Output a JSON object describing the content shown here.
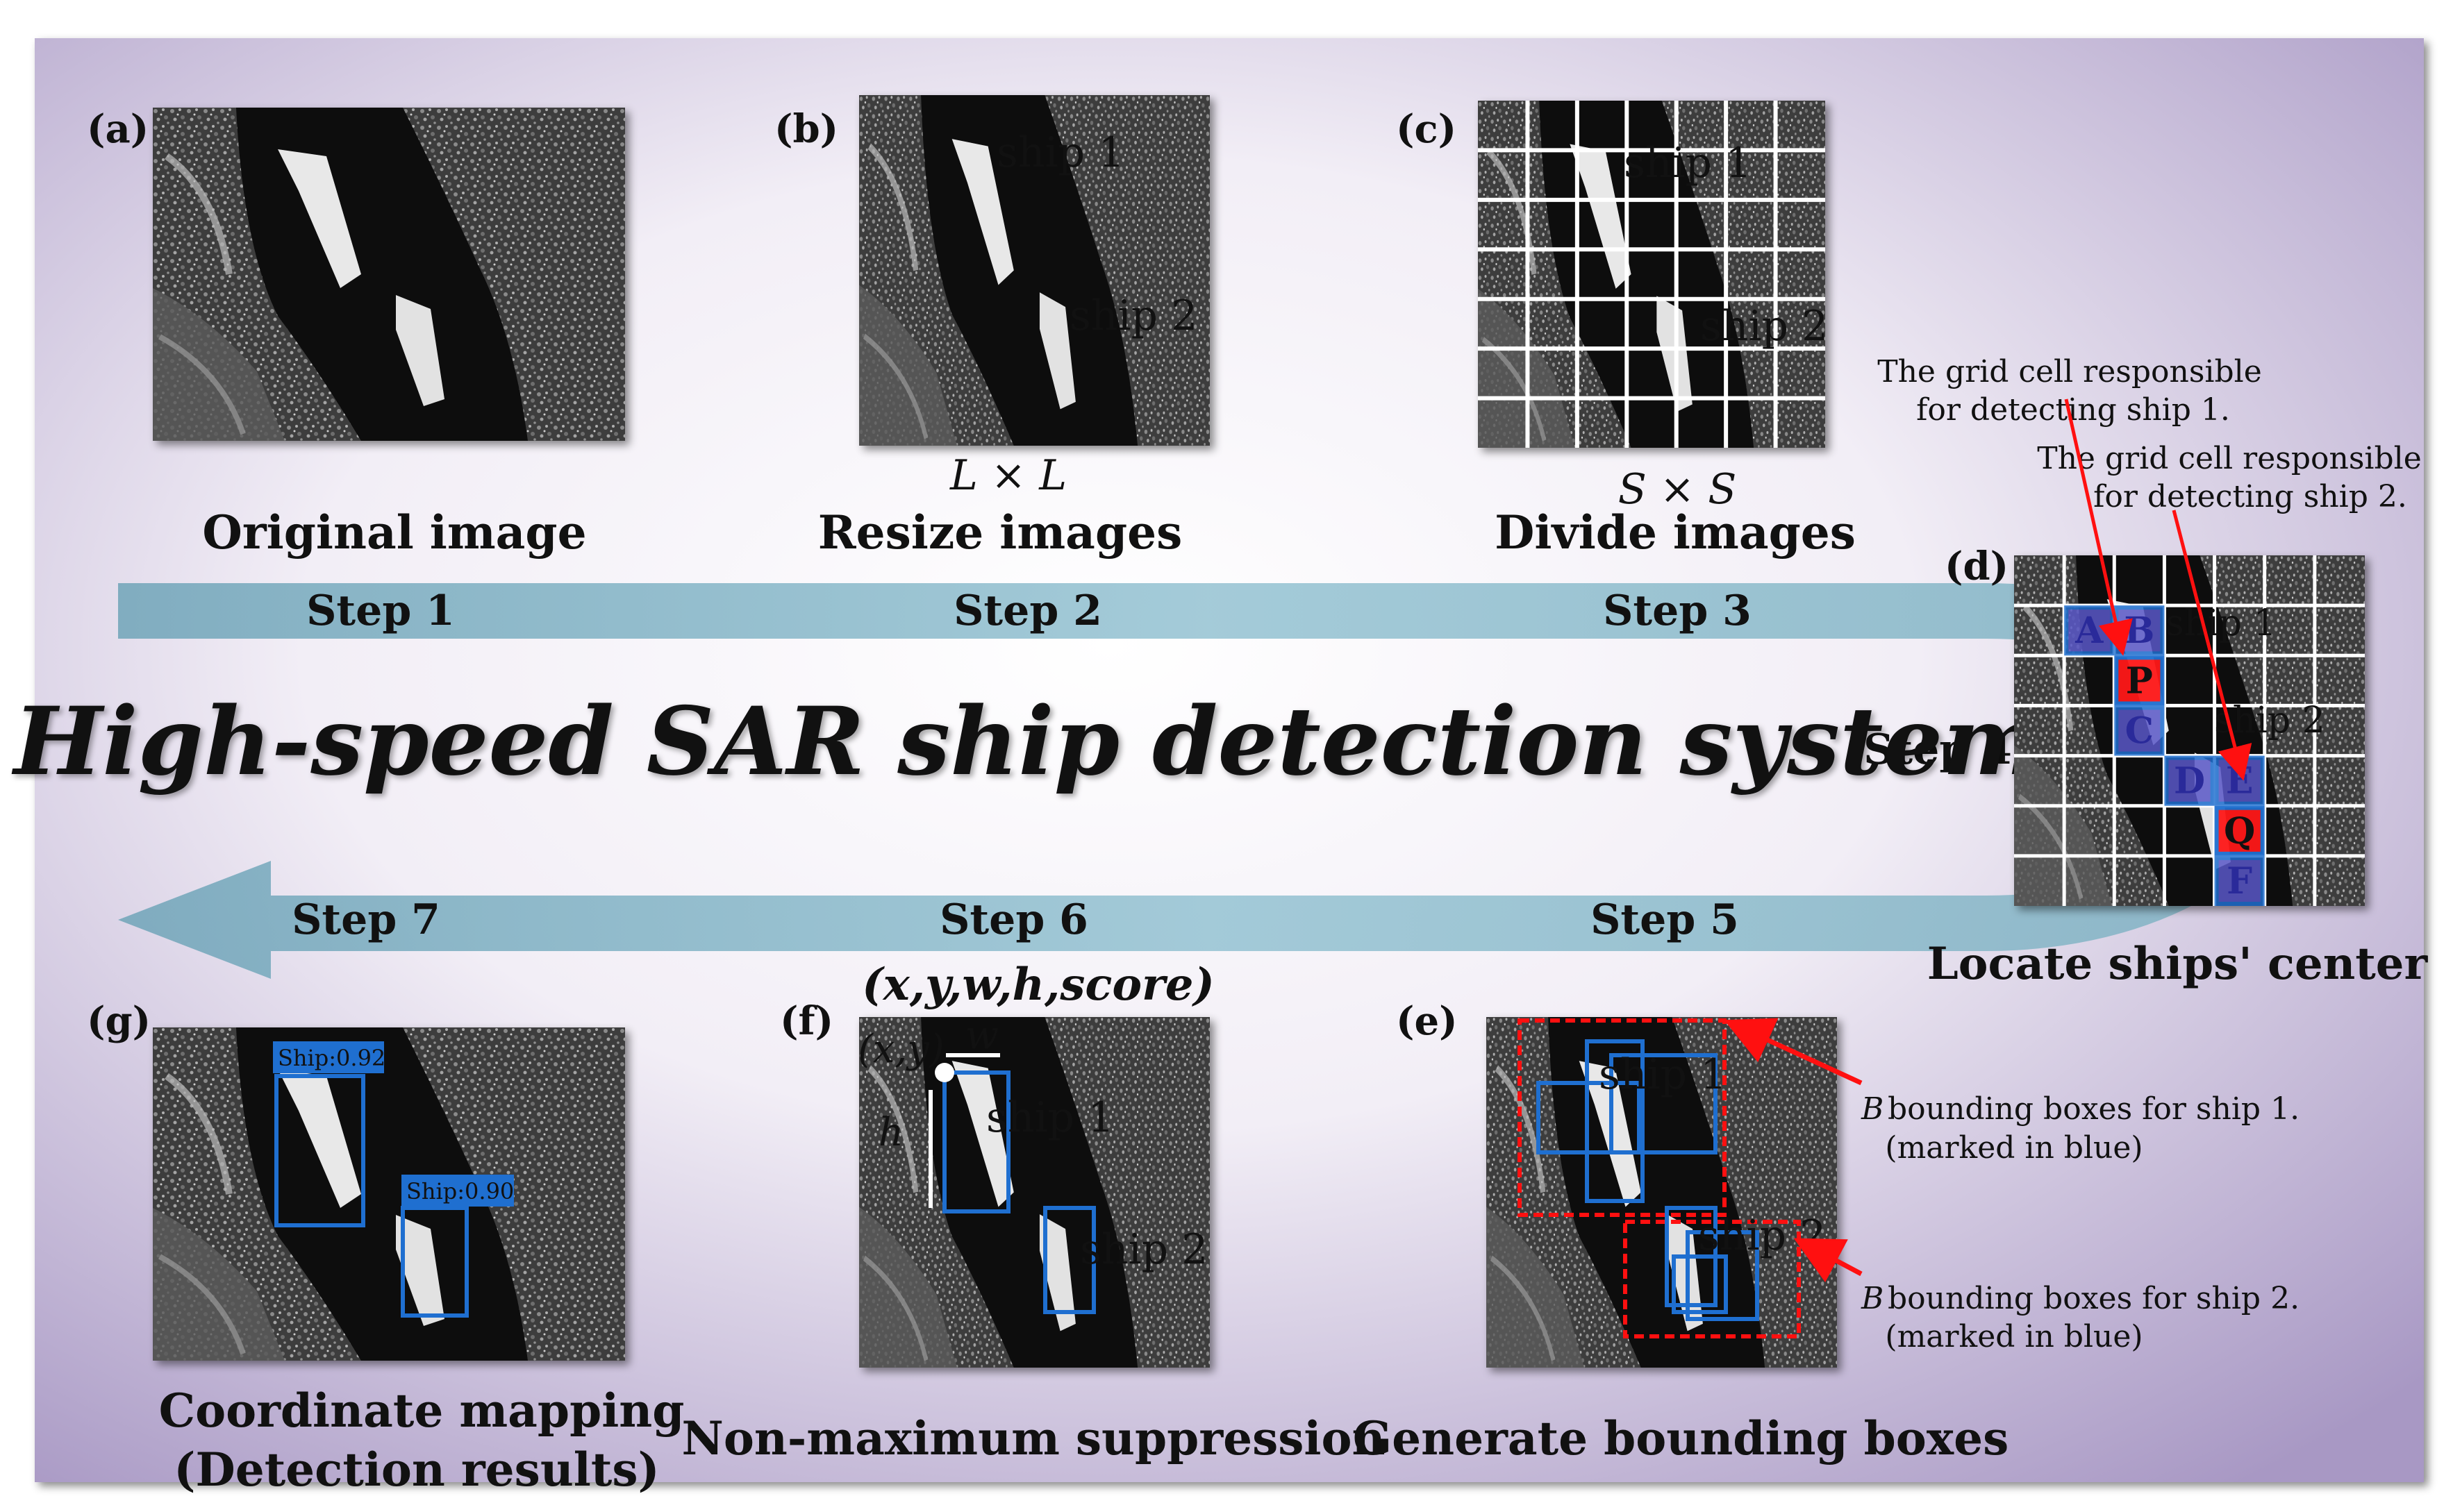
{
  "title": "High-speed SAR ship detection system",
  "steps": [
    "Step 1",
    "Step 2",
    "Step 3",
    "Step 4",
    "Step 5",
    "Step 6",
    "Step 7"
  ],
  "panels": {
    "a": {
      "tag": "(a)",
      "caption": "Original image"
    },
    "b": {
      "tag": "(b)",
      "caption": "Resize images",
      "dim": "L × L",
      "ship1": "ship 1",
      "ship2": "ship 2"
    },
    "c": {
      "tag": "(c)",
      "caption": "Divide images",
      "dim": "S × S",
      "ship1": "ship 1",
      "ship2": "ship 2"
    },
    "d": {
      "tag": "(d)",
      "caption": "Locate ships' center",
      "ship1": "ship 1",
      "ship2": "ship 2",
      "cells": [
        "A",
        "B",
        "P",
        "C",
        "D",
        "E",
        "Q",
        "F"
      ],
      "note1_line1": "The grid cell responsible",
      "note1_line2": "for detecting ship 1.",
      "note2_line1": "The grid cell responsible",
      "note2_line2": "for detecting ship 2."
    },
    "e": {
      "tag": "(e)",
      "caption": "Generate bounding boxes",
      "ship1": "ship 1",
      "ship2": "ship 2",
      "b_letter": "B",
      "note1": "bounding boxes for ship 1.",
      "note1_sub": "(marked in blue)",
      "note2": "bounding boxes for ship 2.",
      "note2_sub": "(marked in blue)"
    },
    "f": {
      "tag": "(f)",
      "caption": "Non-maximum suppression",
      "tuple": "(x,y,w,h,score)",
      "xy": "(x,y)",
      "w": "w",
      "h": "h",
      "ship1": "ship 1",
      "ship2": "ship 2"
    },
    "g": {
      "tag": "(g)",
      "caption_line1": "Coordinate mapping",
      "caption_line2": "(Detection results)",
      "score1": "Ship:0.92",
      "score2": "Ship:0.90"
    }
  },
  "colors": {
    "arrow": "#7fb3c4",
    "step_text": "#2f6f86",
    "red": "#ff1010",
    "blue": "#1f6fd0",
    "purple_cell": "#5a58c8"
  }
}
